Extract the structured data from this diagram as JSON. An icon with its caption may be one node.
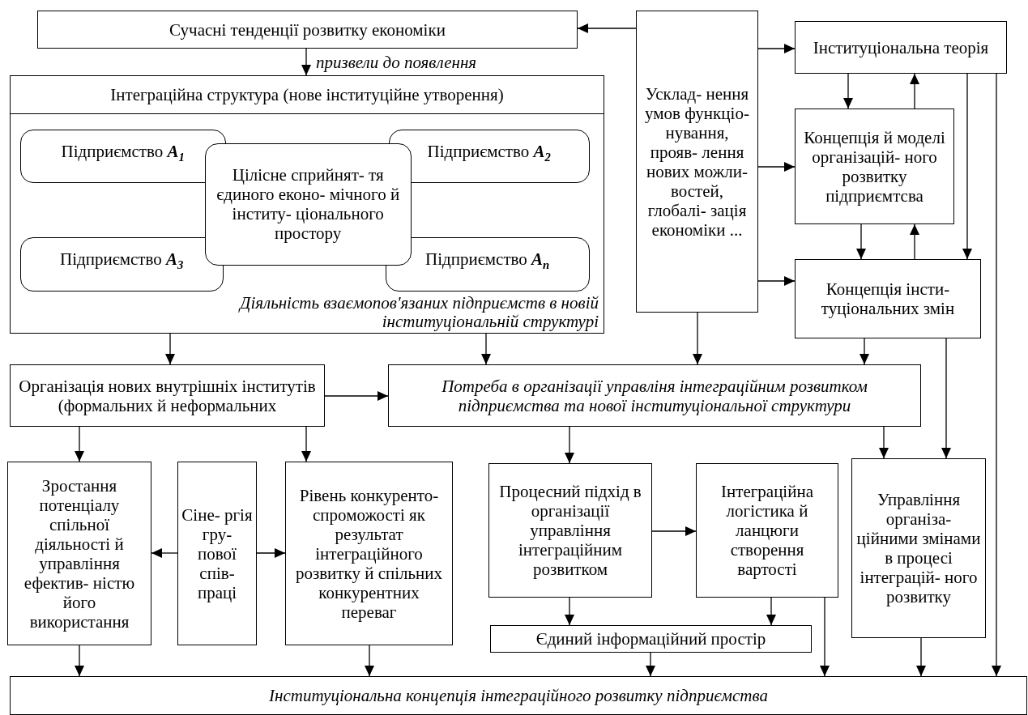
{
  "diagram": {
    "nodes": [
      {
        "text": [
          "Сучасні тенденції розвитку економіки"
        ]
      },
      {
        "text": [
          "Інтеграційна структура (нове інституційне утворення)",
          "Діяльність взаємопов'язаних підприємств в новій інституціональній структурі"
        ]
      },
      {
        "text": [
          "Підприємство **A**$_{1}$"
        ],
        "in": 1
      },
      {
        "text": [
          "Цілісне сприйнят- тя єдиного еконо- мічного й інститу- ціонального простору"
        ],
        "in": 1
      },
      {
        "text": [
          "Підприємство **A**$_{2}$"
        ],
        "in": 1
      },
      {
        "text": [
          "Підприємство **A**$_{3}$"
        ],
        "in": 1
      },
      {
        "text": [
          "Підприємство **A**$_{n}$"
        ],
        "in": 1
      },
      {
        "text": [
          "Усклад- нення умов функціо- нування, прояв- лення нових можли- востей, глобалі- зація економіки ..."
        ]
      },
      {
        "text": [
          "Інституціональна теорія"
        ]
      },
      {
        "text": [
          "Концепція й моделі організацій- ного розвитку підприємтсва"
        ]
      },
      {
        "text": [
          "Концепція інсти- туціональних змін"
        ]
      },
      {
        "text": [
          "Організація нових внутрішніх інститутів (формальних й неформальних"
        ]
      },
      {
        "text": [
          "Потреба в організації управліня інтеграційним розвитком підприємства та нової інституціональної структури"
        ]
      },
      {
        "text": [
          "Зростання потенціалу спільної діяльності й управління ефектив- ністю його використання"
        ]
      },
      {
        "text": [
          "Сіне- ргія гру- пової спів- праці"
        ]
      },
      {
        "text": [
          "Рівень конкуренто- спроможості як результат інтеграційного розвитку й спільних конкурентних переваг"
        ]
      },
      {
        "text": [
          "Процесний підхід в організації управління інтеграційним розвитком"
        ]
      },
      {
        "text": [
          "Інтеграційна логістика й ланцюги створення вартості"
        ]
      },
      {
        "text": [
          "Управління організа- ційними змінами в процесі інтеграцій- ного розвитку"
        ]
      },
      {
        "text": [
          "Єдиний інформаційний простір"
        ]
      },
      {
        "text": [
          "Інституціональна концепція інтеграційного розвитку підприємства"
        ]
      }
    ],
    "edges": [
      {
        "from": 0,
        "to": 1,
        "arrow": "to",
        "label": "призвели до появлення"
      },
      {
        "from": 7,
        "to": 0,
        "arrow": "to"
      },
      {
        "from": 7,
        "to": 8,
        "arrow": "to"
      },
      {
        "from": 7,
        "to": 9,
        "arrow": "to"
      },
      {
        "from": 7,
        "to": 10,
        "arrow": "to"
      },
      {
        "from": 8,
        "to": 9,
        "arrow": "to"
      },
      {
        "from": 9,
        "to": 8,
        "arrow": "to"
      },
      {
        "from": 9,
        "to": 10,
        "arrow": "to"
      },
      {
        "from": 10,
        "to": 9,
        "arrow": "to"
      },
      {
        "from": 8,
        "to": 10,
        "arrow": "to"
      },
      {
        "from": 8,
        "to": 20,
        "arrow": "to"
      },
      {
        "from": 1,
        "to": 11,
        "arrow": "to"
      },
      {
        "from": 1,
        "to": 12,
        "arrow": "to"
      },
      {
        "from": 7,
        "to": 12,
        "arrow": "to"
      },
      {
        "from": 10,
        "to": 12,
        "arrow": "to"
      },
      {
        "from": 11,
        "to": 12,
        "arrow": "to"
      },
      {
        "from": 11,
        "to": 13,
        "arrow": "to"
      },
      {
        "from": 11,
        "to": 15,
        "arrow": "to"
      },
      {
        "from": 14,
        "to": 13,
        "arrow": "to"
      },
      {
        "from": 14,
        "to": 15,
        "arrow": "to"
      },
      {
        "from": 12,
        "to": 16,
        "arrow": "to"
      },
      {
        "from": 12,
        "to": 18,
        "arrow": "to"
      },
      {
        "from": 10,
        "to": 18,
        "arrow": "to"
      },
      {
        "from": 16,
        "to": 17,
        "arrow": "to"
      },
      {
        "from": 16,
        "to": 19,
        "arrow": "to"
      },
      {
        "from": 17,
        "to": 19,
        "arrow": "to"
      },
      {
        "from": 17,
        "to": 20,
        "arrow": "to"
      },
      {
        "from": 13,
        "to": 20,
        "arrow": "to"
      },
      {
        "from": 15,
        "to": 20,
        "arrow": "to"
      },
      {
        "from": 19,
        "to": 20,
        "arrow": "to"
      },
      {
        "from": 18,
        "to": 20,
        "arrow": "to"
      }
    ]
  }
}
